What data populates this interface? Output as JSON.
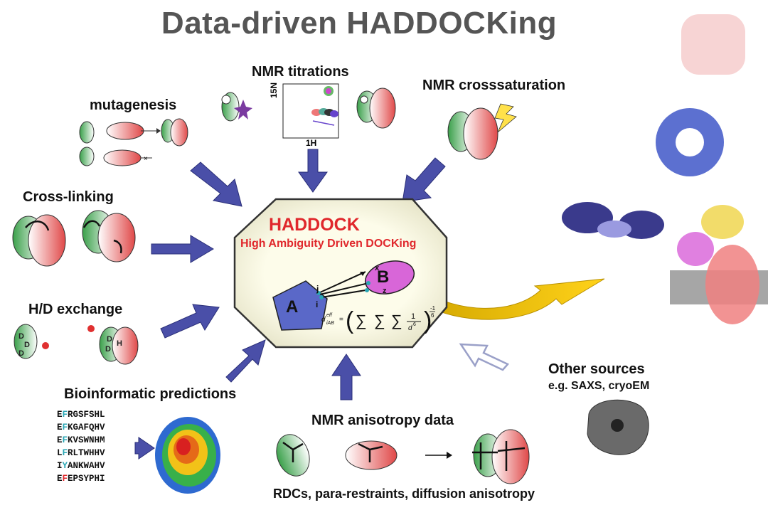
{
  "title": "Data-driven HADDOCKing",
  "center": {
    "name": "HADDOCK",
    "subtitle": "High Ambiguity Driven DOCKing",
    "molecule_a": "A",
    "molecule_b": "B"
  },
  "sources": {
    "nmr_titrations": "NMR titrations",
    "mutagenesis": "mutagenesis",
    "nmr_crosssaturation": "NMR crosssaturation",
    "cross_linking": "Cross-linking",
    "hd_exchange": "H/D exchange",
    "bioinformatic": "Bioinformatic predictions",
    "nmr_anisotropy": "NMR anisotropy data",
    "anisotropy_detail": "RDCs, para-restraints, diffusion anisotropy",
    "other_sources": "Other sources",
    "other_examples": "e.g. SAXS, cryoEM"
  },
  "titration_axes": {
    "y": "15N",
    "x": "1H"
  },
  "sequences": [
    {
      "first": "E",
      "mark": "F",
      "rest": "RGSFSHL"
    },
    {
      "first": "E",
      "mark": "F",
      "rest": "KGAFQHV"
    },
    {
      "first": "E",
      "mark": "F",
      "rest": "KVSWNHM"
    },
    {
      "first": "L",
      "mark": "F",
      "rest": "RLTWHHV"
    },
    {
      "first": "I",
      "mark": "Y",
      "rest": "ANKWAHV"
    },
    {
      "first": "E",
      "mark": "F",
      "rest": "EPSYPHI"
    }
  ],
  "colors": {
    "arrow": "#4a4fa8",
    "title": "#555555",
    "haddock_red": "#e0282c",
    "octagon_fill": "#fdfcea",
    "yellow_arrow": "#f2c500"
  }
}
